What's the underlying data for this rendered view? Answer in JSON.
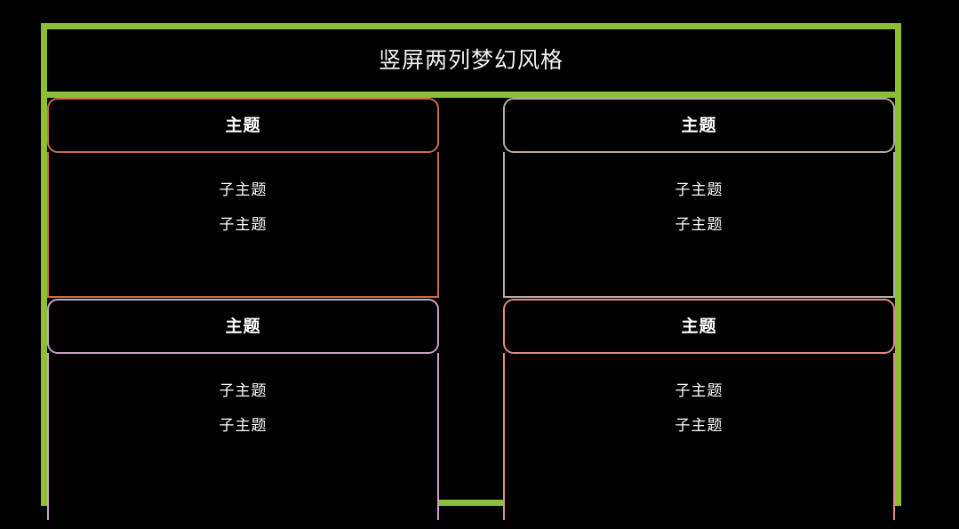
{
  "colors": {
    "frame": "#8DBF36",
    "background": "#000000",
    "title_text": "#f2f2f2",
    "topic_text": "#ffffff",
    "subtopic_text": "#ffffff"
  },
  "header": {
    "title": "竖屏两列梦幻风格"
  },
  "columns": [
    {
      "name": "left-column",
      "topics": [
        {
          "title": "主题",
          "border_color": "#C96A52",
          "subtopics": [
            "子主题",
            "子主题"
          ]
        },
        {
          "title": "主题",
          "border_color": "#C9A3C9",
          "subtopics": [
            "子主题",
            "子主题"
          ]
        }
      ]
    },
    {
      "name": "right-column",
      "topics": [
        {
          "title": "主题",
          "border_color": "#B5ACA5",
          "subtopics": [
            "子主题",
            "子主题"
          ]
        },
        {
          "title": "主题",
          "border_color": "#E08A8A",
          "subtopics": [
            "子主题",
            "子主题"
          ]
        }
      ]
    }
  ]
}
